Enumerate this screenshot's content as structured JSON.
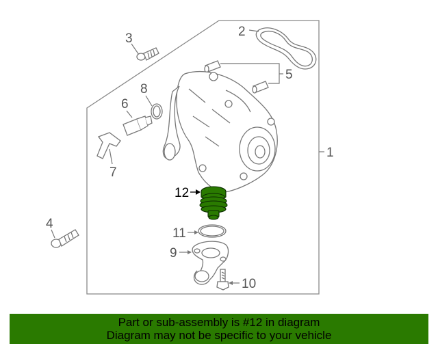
{
  "callouts": {
    "c1": "1",
    "c2": "2",
    "c3": "3",
    "c4": "4",
    "c5": "5",
    "c6": "6",
    "c7": "7",
    "c8": "8",
    "c9": "9",
    "c10": "10",
    "c11": "11",
    "c12": "12"
  },
  "highlighted_part": "12",
  "colors": {
    "highlight": "#2a7a00",
    "line": "#777777",
    "text": "#555555"
  },
  "banner": {
    "line1": "Part or sub-assembly is #12 in diagram",
    "line2": "Diagram may not be specific to your vehicle"
  }
}
